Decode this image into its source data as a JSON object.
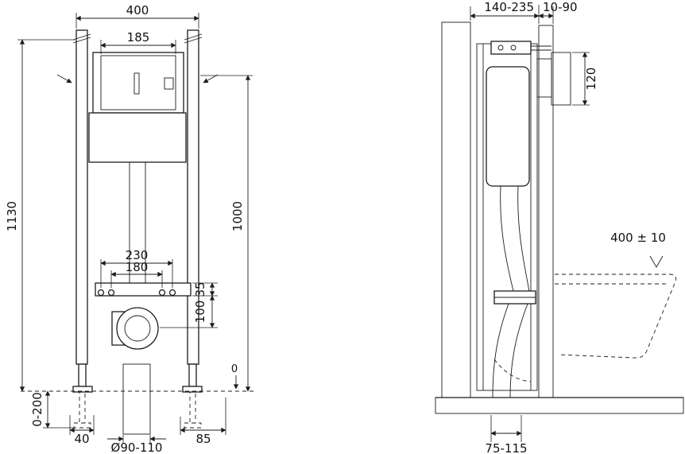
{
  "front_view": {
    "dims": {
      "overall_width": "400",
      "cistern_width": "185",
      "overall_height": "1130",
      "flush_height": "1000",
      "fixing_spacing_outer": "230",
      "fixing_spacing_inner": "180",
      "bracket_offset": "35",
      "outlet_height": "100",
      "leg_adjustment": "0-200",
      "left_offset": "40",
      "outlet_diameter": "Ø90-110",
      "right_offset": "85",
      "floor_level": "0"
    }
  },
  "side_view": {
    "dims": {
      "frame_depth": "140-235",
      "wall_finish_depth": "10-90",
      "plate_height": "120",
      "bowl_top_height": "400 ± 10",
      "outlet_wall_distance": "75-115"
    }
  }
}
